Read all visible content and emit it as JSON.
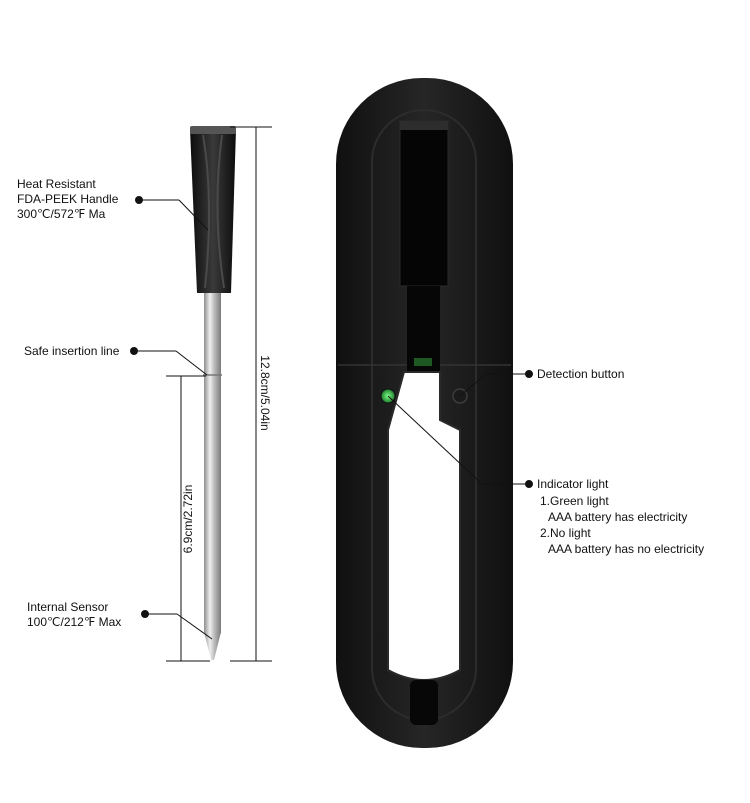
{
  "probe": {
    "handle_label": [
      "Heat Resistant",
      "FDA-PEEK Handle",
      "300℃/572℉ Ma"
    ],
    "insertion_label": "Safe insertion line",
    "sensor_label": [
      "Internal Sensor",
      "100℃/212℉ Max"
    ],
    "total_length": "12.8cm/5.04in",
    "insertion_length": "6.9cm/2.72in"
  },
  "device": {
    "detection_label": "Detection button",
    "indicator_title": "Indicator light",
    "indicator_lines": [
      "1.Green light",
      "AAA battery has electricity",
      "2.No light",
      "AAA battery has no electricity"
    ]
  },
  "colors": {
    "body": "#161616",
    "indicator_green": "#2fb34a",
    "steel": "#c8c8c8"
  }
}
